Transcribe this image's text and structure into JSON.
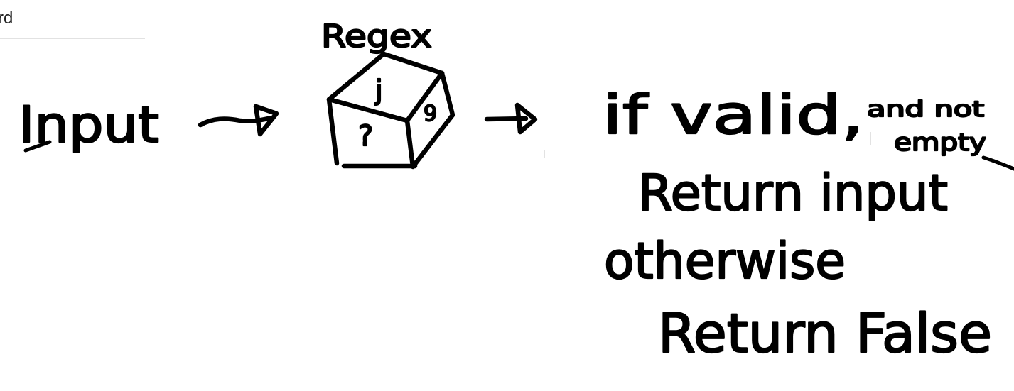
{
  "corner_field": {
    "text": "rd"
  },
  "diagram": {
    "input_label": "Input",
    "box_label": "Regex",
    "box_face_marks": {
      "top": "j",
      "front": "?",
      "side": "9"
    },
    "condition_label": "if valid,",
    "condition_note_line1": "and not",
    "condition_note_line2": "empty",
    "return_input_label": "Return input",
    "otherwise_label": "otherwise",
    "return_false_label": "Return False"
  }
}
